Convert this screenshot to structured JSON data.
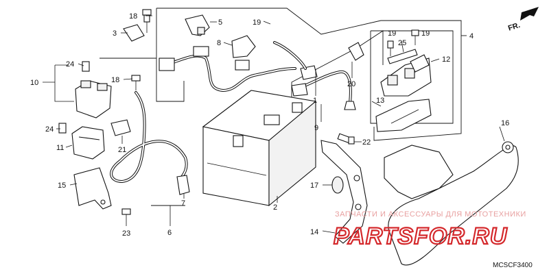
{
  "direction": {
    "label": "FR."
  },
  "diagram_code": "MCSCF3400",
  "watermark": {
    "tagline": "ЗАПЧАСТИ И АКСЕССУАРЫ ДЛЯ МОТОТЕХНИКИ",
    "brand": "PARTSFOR.RU",
    "color": "#d4282b"
  },
  "parts": [
    {
      "id": "p1",
      "label": "1"
    },
    {
      "id": "p2",
      "label": "2"
    },
    {
      "id": "p3",
      "label": "3"
    },
    {
      "id": "p4",
      "label": "4"
    },
    {
      "id": "p5",
      "label": "5"
    },
    {
      "id": "p6",
      "label": "6"
    },
    {
      "id": "p7",
      "label": "7"
    },
    {
      "id": "p8",
      "label": "8"
    },
    {
      "id": "p9",
      "label": "9"
    },
    {
      "id": "p10",
      "label": "10"
    },
    {
      "id": "p11",
      "label": "11"
    },
    {
      "id": "p12",
      "label": "12"
    },
    {
      "id": "p13",
      "label": "13"
    },
    {
      "id": "p14",
      "label": "14"
    },
    {
      "id": "p15",
      "label": "15"
    },
    {
      "id": "p16",
      "label": "16"
    },
    {
      "id": "p17",
      "label": "17"
    },
    {
      "id": "p18a",
      "label": "18"
    },
    {
      "id": "p18b",
      "label": "18"
    },
    {
      "id": "p19a",
      "label": "19"
    },
    {
      "id": "p19b",
      "label": "19"
    },
    {
      "id": "p19c",
      "label": "19"
    },
    {
      "id": "p20",
      "label": "20"
    },
    {
      "id": "p21",
      "label": "21"
    },
    {
      "id": "p22",
      "label": "22"
    },
    {
      "id": "p23",
      "label": "23"
    },
    {
      "id": "p24a",
      "label": "24"
    },
    {
      "id": "p24b",
      "label": "24"
    },
    {
      "id": "p25",
      "label": "25"
    }
  ]
}
